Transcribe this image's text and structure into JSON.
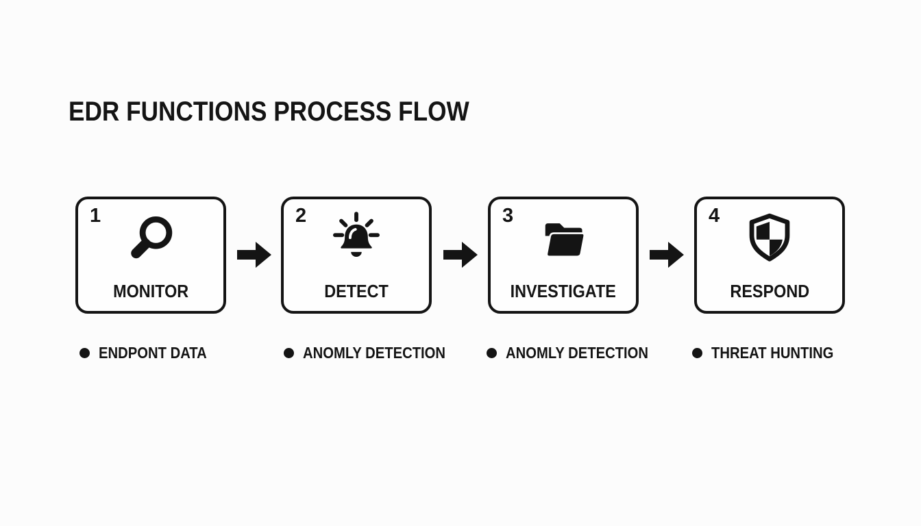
{
  "title": "EDR FUNCTIONS PROCESS FLOW",
  "colors": {
    "ink": "#141414",
    "background": "#fcfcfc",
    "box_fill": "#fefefe"
  },
  "steps": [
    {
      "number": "1",
      "label": "MONITOR",
      "icon": "magnifier-icon",
      "bullet": "ENDPONT DATA"
    },
    {
      "number": "2",
      "label": "DETECT",
      "icon": "alarm-bell-icon",
      "bullet": "ANOMLY DETECTION"
    },
    {
      "number": "3",
      "label": "INVESTIGATE",
      "icon": "folder-icon",
      "bullet": "ANOMLY DETECTION"
    },
    {
      "number": "4",
      "label": "RESPOND",
      "icon": "shield-icon",
      "bullet": "THREAT HUNTING"
    }
  ],
  "arrow_icon": "arrow-right-icon"
}
